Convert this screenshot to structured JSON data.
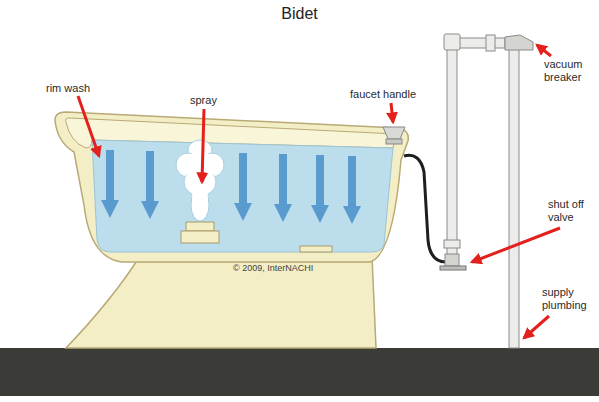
{
  "diagram": {
    "title": "Bidet",
    "labels": [
      "rim wash",
      "spray",
      "faucet handle",
      "vacuum breaker",
      "shut off valve",
      "supply plumbing",
      "© 2009, InterNACHI"
    ]
  }
}
